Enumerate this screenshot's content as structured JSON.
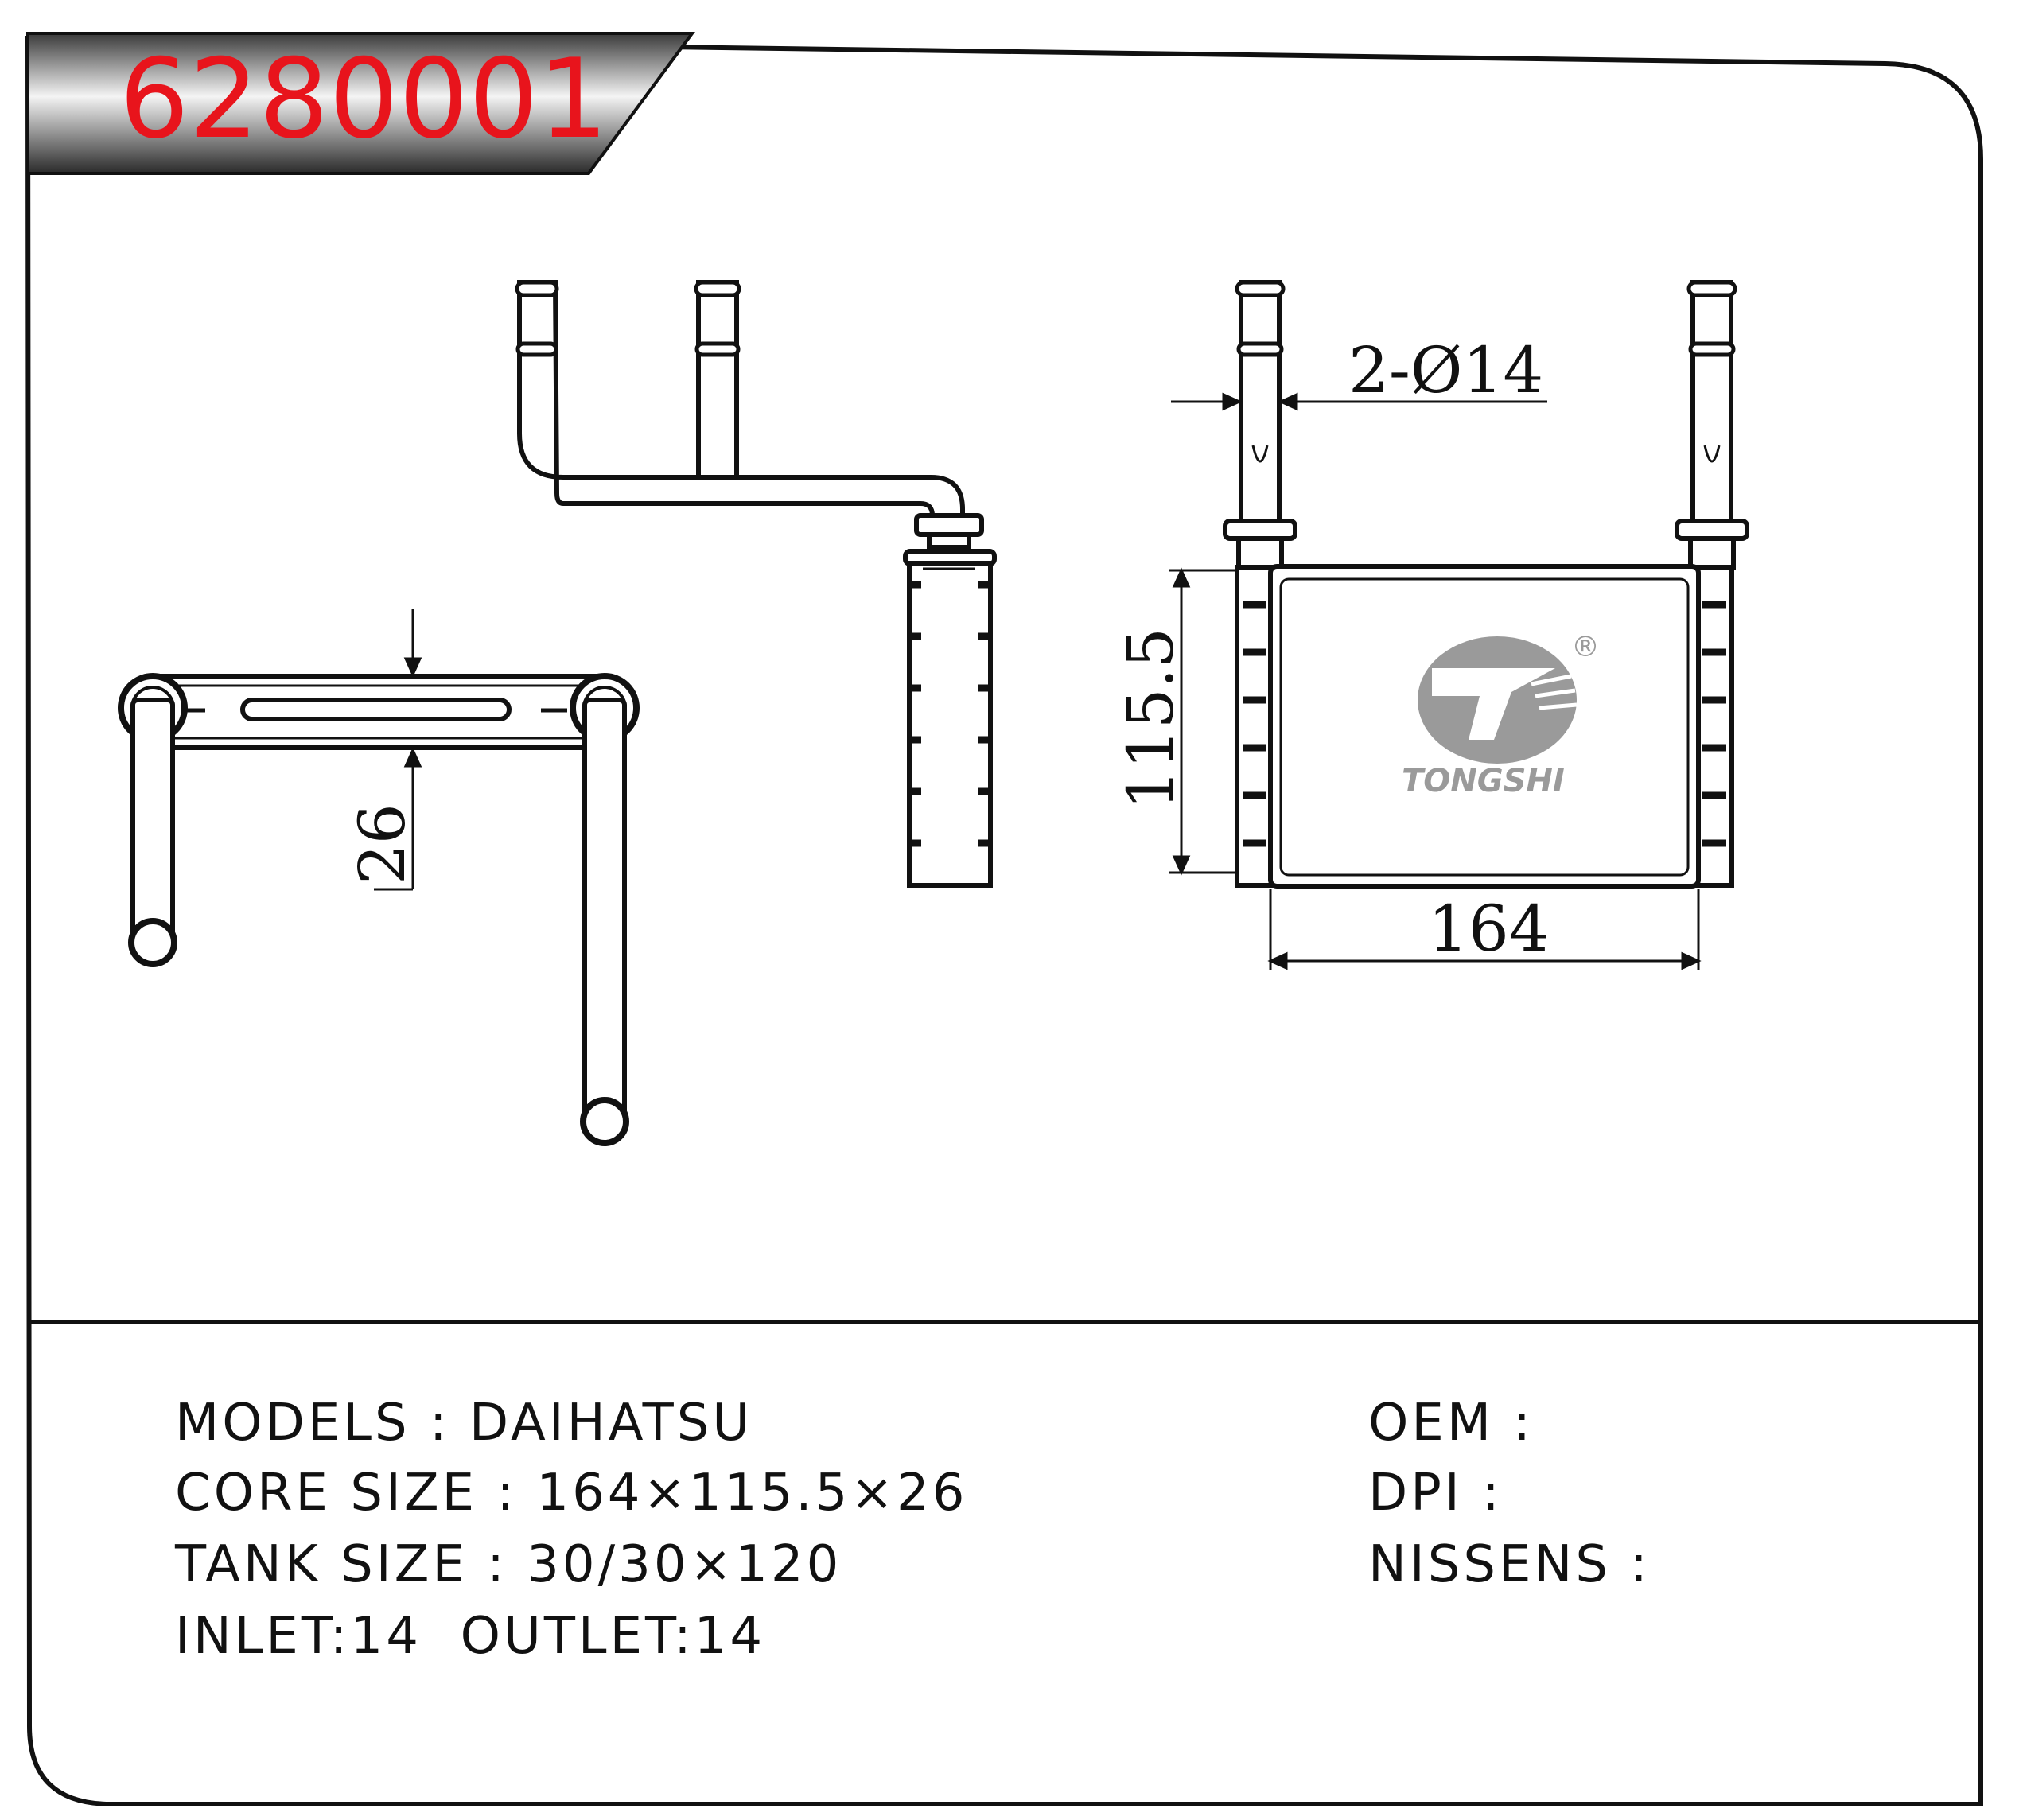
{
  "header": {
    "part_number": "6280001",
    "part_number_color": "#e8141c"
  },
  "drawing": {
    "dim_pipe": "2-Ø14",
    "dim_height": "115.5",
    "dim_width": "164",
    "dim_depth": "26",
    "logo_text": "TONGSHI",
    "logo_mark": "®",
    "logo_color": "#9a9a9a"
  },
  "specs": {
    "models": "MODELS : DAIHATSU",
    "core_size": "CORE SIZE : 164×115.5×26",
    "tank_size": "TANK SIZE : 30/30×120",
    "inlet_outlet": "INLET:14  OUTLET:14",
    "oem": "OEM :",
    "dpi": "DPI :",
    "nissens": "NISSENS :"
  }
}
